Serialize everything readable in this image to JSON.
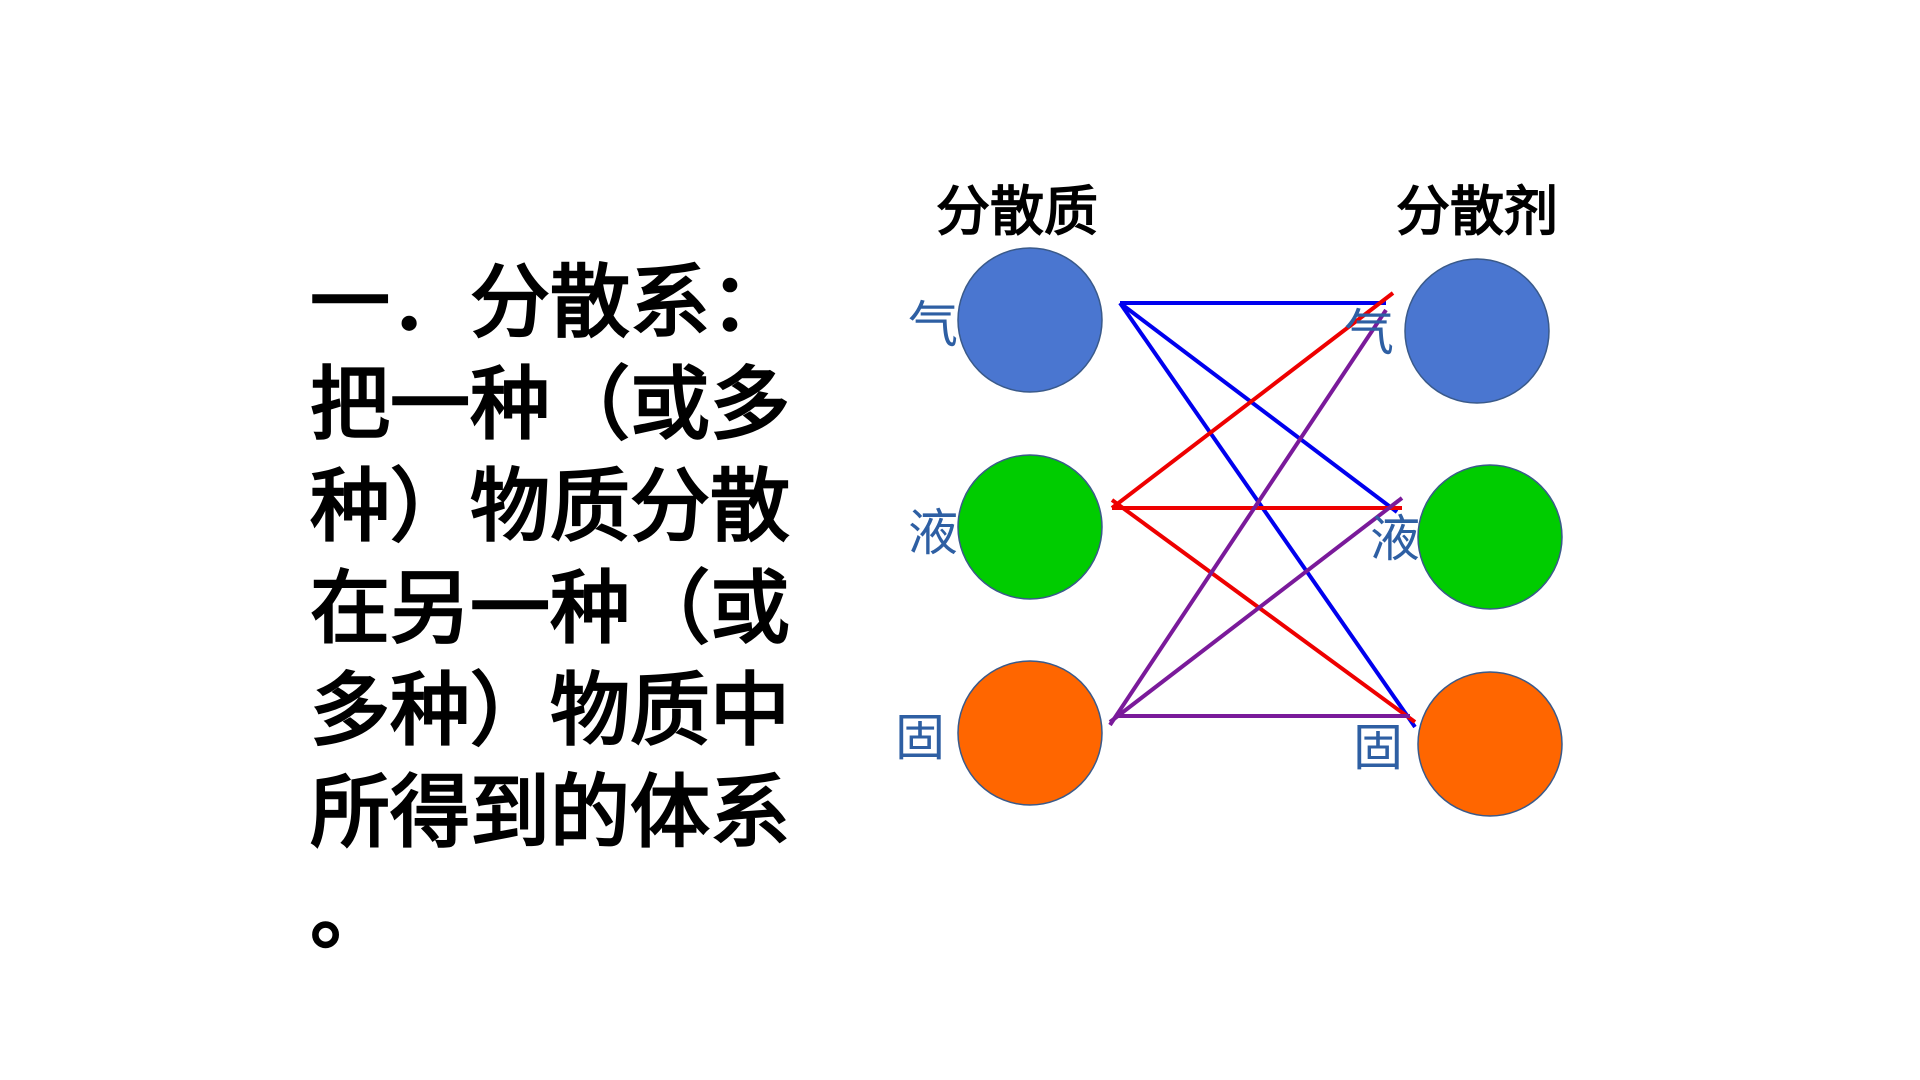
{
  "definition": {
    "lines": [
      "一．分散系：",
      "把一种（或多",
      "种）物质分散",
      "在另一种（或",
      "多种）物质中",
      "所得到的体系",
      "。"
    ]
  },
  "diagram": {
    "left_title": "分散质",
    "right_title": "分散剂",
    "states": [
      {
        "label": "气",
        "color": "#4a76d0"
      },
      {
        "label": "液",
        "color": "#00cc00"
      },
      {
        "label": "固",
        "color": "#ff6600"
      }
    ],
    "connections": [
      {
        "from": "气",
        "to": "气",
        "color": "#0000ee"
      },
      {
        "from": "气",
        "to": "液",
        "color": "#0000ee"
      },
      {
        "from": "气",
        "to": "固",
        "color": "#0000ee"
      },
      {
        "from": "液",
        "to": "气",
        "color": "#ee0000"
      },
      {
        "from": "液",
        "to": "液",
        "color": "#ee0000"
      },
      {
        "from": "液",
        "to": "固",
        "color": "#ee0000"
      },
      {
        "from": "固",
        "to": "气",
        "color": "#7a1a9a"
      },
      {
        "from": "固",
        "to": "液",
        "color": "#7a1a9a"
      },
      {
        "from": "固",
        "to": "固",
        "color": "#7a1a9a"
      }
    ]
  }
}
